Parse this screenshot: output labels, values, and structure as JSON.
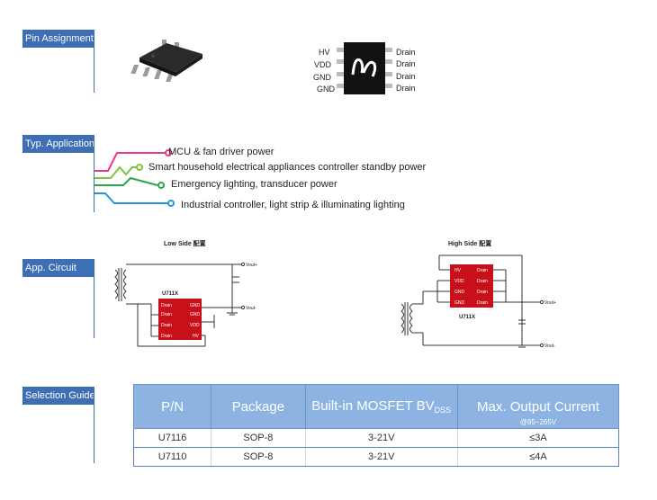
{
  "sections": {
    "pin": "Pin Assignment",
    "typ": "Typ. Application",
    "app": "App. Circuit",
    "sel": "Selection Guide"
  },
  "pins": {
    "left": [
      "HV",
      "VDD",
      "GND",
      "GND"
    ],
    "right": [
      "Drain",
      "Drain",
      "Drain",
      "Drain"
    ]
  },
  "applications": [
    {
      "text": "MCU & fan driver power",
      "color": "#e8388a"
    },
    {
      "text": "Smart household electrical appliances controller standby power",
      "color": "#7cc63b"
    },
    {
      "text": "Emergency lighting, transducer power",
      "color": "#27a84a"
    },
    {
      "text": "Industrial controller, light strip & illuminating lighting",
      "color": "#2596d6"
    }
  ],
  "circuits": {
    "low_title": "Low Side 配置",
    "high_title": "High Side 配置",
    "chip_label": "U711X",
    "low_pins_left": [
      "Drain",
      "Drain",
      "Drain",
      "Drain"
    ],
    "low_pins_right": [
      "GND",
      "GND",
      "VDD",
      "HV"
    ],
    "high_pins_left": [
      "HV",
      "VDD",
      "GND",
      "GND"
    ],
    "high_pins_right": [
      "Drain",
      "Drain",
      "Drain",
      "Drain"
    ],
    "vout_plus": "Vout+",
    "vout_minus": "Vout-"
  },
  "table": {
    "headers": [
      "P/N",
      "Package",
      "Built-in MOSFET BV",
      "Max. Output Current"
    ],
    "bv_sub": "DSS",
    "current_note": "@85~265V",
    "rows": [
      [
        "U7116",
        "SOP-8",
        "3-21V",
        "≤3A"
      ],
      [
        "U7110",
        "SOP-8",
        "3-21V",
        "≤4A"
      ]
    ]
  }
}
